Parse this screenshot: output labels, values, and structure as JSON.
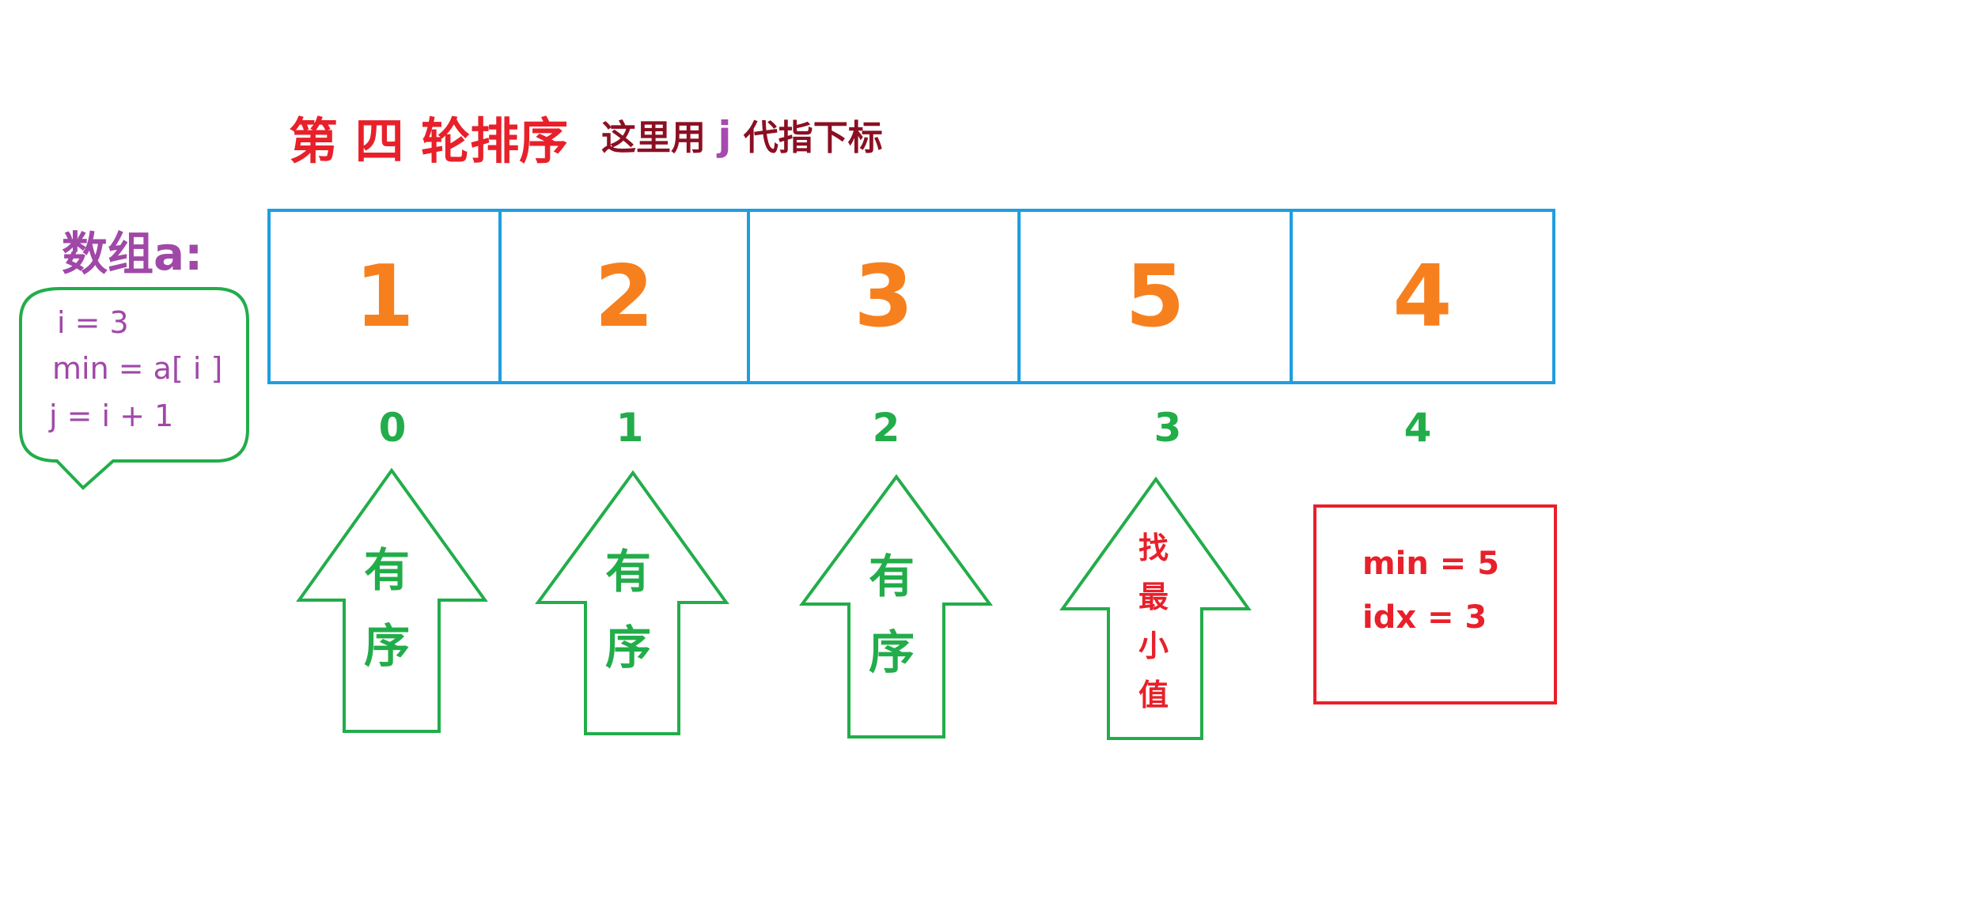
{
  "title": "第 四 轮排序",
  "subtitle": {
    "before": "这里用 ",
    "var": "j",
    "after": " 代指下标"
  },
  "array_label": "数组a:",
  "bubble": {
    "lines": [
      "i = 3",
      "min = a[ i ]",
      "j = i + 1"
    ]
  },
  "array": {
    "values": [
      "1",
      "2",
      "3",
      "5",
      "4"
    ],
    "indices": [
      "0",
      "1",
      "2",
      "3",
      "4"
    ]
  },
  "arrows": [
    {
      "lines": [
        "有",
        "序"
      ],
      "kind": "ordered"
    },
    {
      "lines": [
        "有",
        "序"
      ],
      "kind": "ordered"
    },
    {
      "lines": [
        "有",
        "序"
      ],
      "kind": "ordered"
    },
    {
      "lines": [
        "找",
        "最",
        "小",
        "值"
      ],
      "kind": "findmin"
    }
  ],
  "min_box": {
    "min_line": "min = 5",
    "idx_line": "idx = 3"
  },
  "colors": {
    "title": "#e8202a",
    "subtitle": "#8b0f22",
    "var": "#a048a8",
    "cell_border": "#1e9ee0",
    "cell_value": "#f7801e",
    "index": "#22ad4a",
    "ordered": "#22ad4a",
    "highlight": "#e8202a"
  }
}
